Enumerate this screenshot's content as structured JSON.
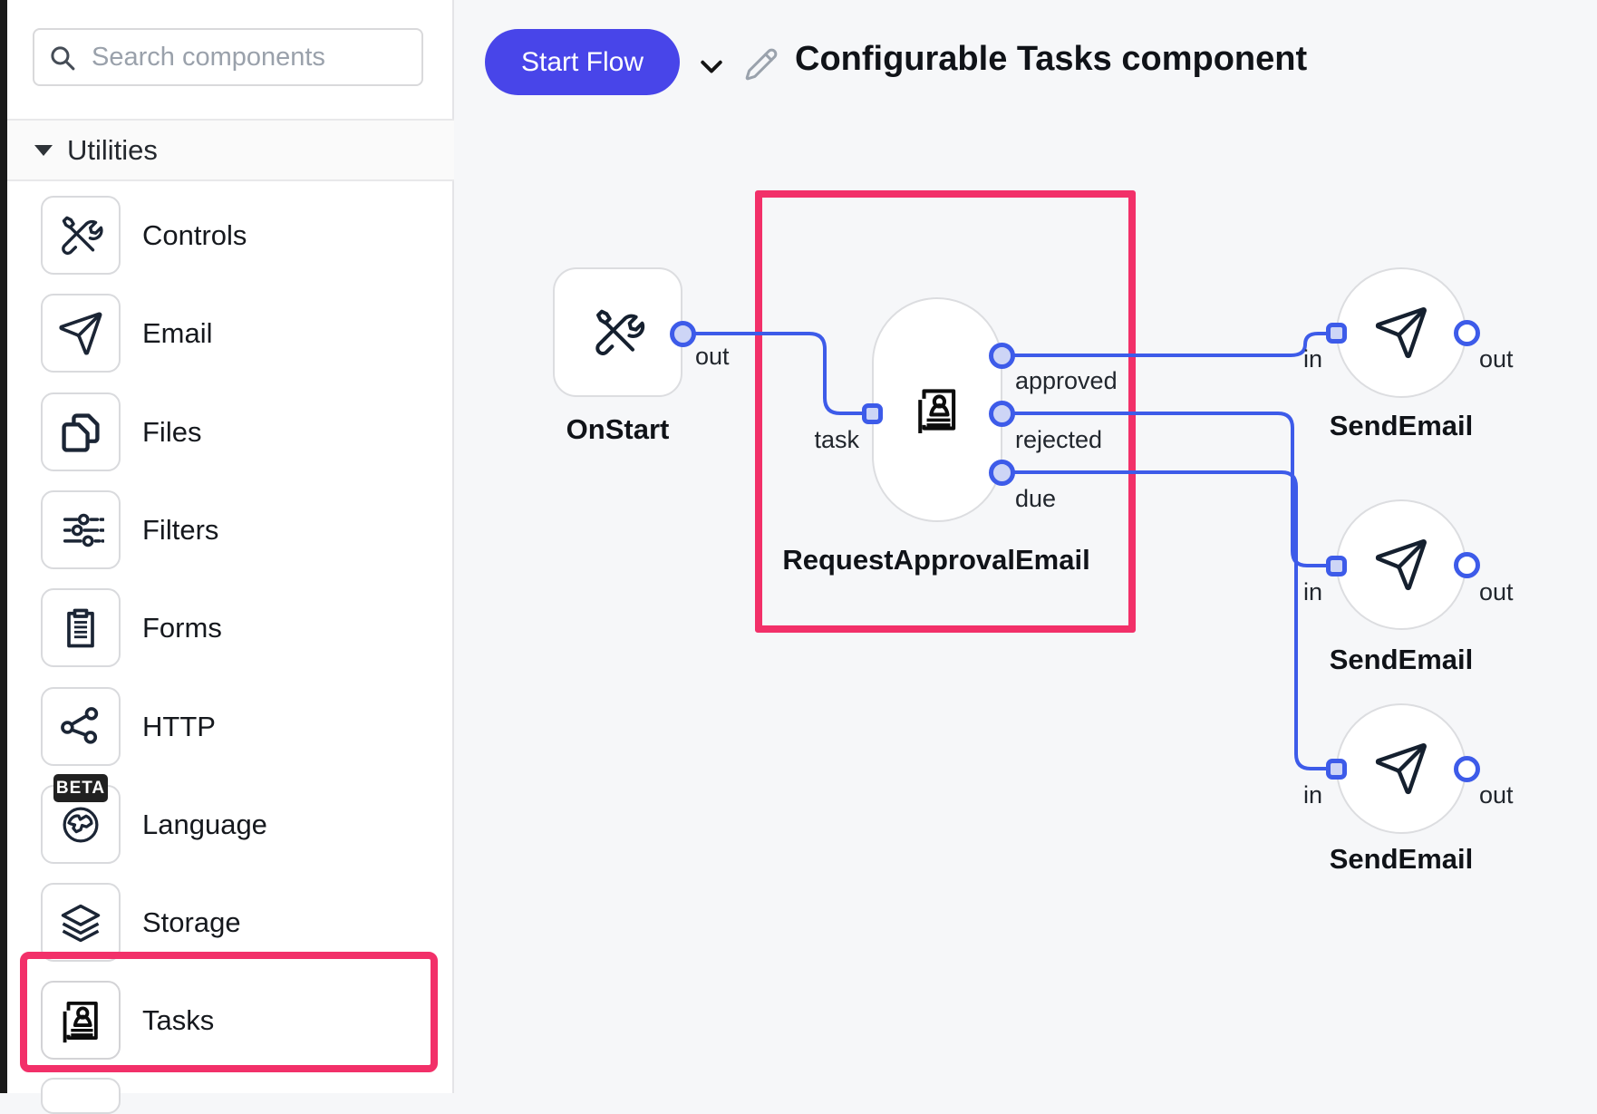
{
  "colors": {
    "accent_blue": "#3d5be9",
    "port_fill": "#cdd5f6",
    "highlight_pink": "#f23069",
    "button_indigo": "#4845e9",
    "canvas_bg": "#f6f7f9",
    "icon_dark": "#1b2535"
  },
  "sidebar": {
    "search": {
      "placeholder": "Search components",
      "icon": "search-icon"
    },
    "section": {
      "label": "Utilities",
      "icon": "caret-down-icon"
    },
    "items": [
      {
        "label": "Controls",
        "icon": "tools-icon"
      },
      {
        "label": "Email",
        "icon": "paper-plane-icon"
      },
      {
        "label": "Files",
        "icon": "copy-pages-icon"
      },
      {
        "label": "Filters",
        "icon": "sliders-icon"
      },
      {
        "label": "Forms",
        "icon": "clipboard-icon"
      },
      {
        "label": "HTTP",
        "icon": "share-nodes-icon"
      },
      {
        "label": "Language",
        "icon": "globe-icon",
        "badge": "BETA"
      },
      {
        "label": "Storage",
        "icon": "layers-icon"
      },
      {
        "label": "Tasks",
        "icon": "id-badge-icon",
        "highlighted": true
      }
    ]
  },
  "header": {
    "start_flow_label": "Start Flow",
    "title": "Configurable Tasks component",
    "icons": [
      "chevron-down-icon",
      "pencil-icon"
    ]
  },
  "flow": {
    "nodes": [
      {
        "id": "onstart",
        "title": "OnStart",
        "icon": "tools-icon",
        "ports": [
          {
            "name": "out",
            "label": "out"
          }
        ]
      },
      {
        "id": "request-approval-email",
        "title": "RequestApprovalEmail",
        "icon": "id-badge-icon",
        "highlighted": true,
        "ports": [
          {
            "name": "task",
            "label": "task"
          },
          {
            "name": "approved",
            "label": "approved"
          },
          {
            "name": "rejected",
            "label": "rejected"
          },
          {
            "name": "due",
            "label": "due"
          }
        ]
      },
      {
        "id": "sendemail-1",
        "title": "SendEmail",
        "icon": "paper-plane-icon",
        "ports": [
          {
            "name": "in",
            "label": "in"
          },
          {
            "name": "out",
            "label": "out"
          }
        ]
      },
      {
        "id": "sendemail-2",
        "title": "SendEmail",
        "icon": "paper-plane-icon",
        "ports": [
          {
            "name": "in",
            "label": "in"
          },
          {
            "name": "out",
            "label": "out"
          }
        ]
      },
      {
        "id": "sendemail-3",
        "title": "SendEmail",
        "icon": "paper-plane-icon",
        "ports": [
          {
            "name": "in",
            "label": "in"
          },
          {
            "name": "out",
            "label": "out"
          }
        ]
      }
    ],
    "edges": [
      {
        "from": "onstart.out",
        "to": "request-approval-email.task"
      },
      {
        "from": "request-approval-email.approved",
        "to": "sendemail-1.in"
      },
      {
        "from": "request-approval-email.rejected",
        "to": "sendemail-2.in"
      },
      {
        "from": "request-approval-email.due",
        "to": "sendemail-3.in"
      }
    ]
  }
}
